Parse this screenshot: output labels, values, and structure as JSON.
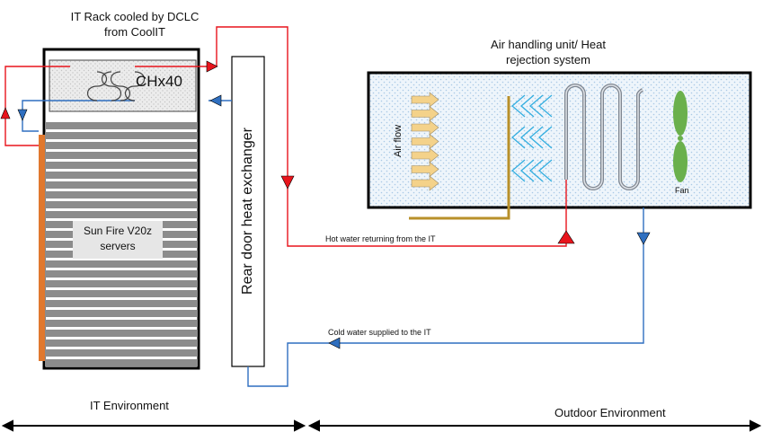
{
  "rack": {
    "title_line1": "IT Rack cooled by DCLC",
    "title_line2": "from CoolIT",
    "chx_label": "CHx40",
    "servers_line1": "Sun Fire V20z",
    "servers_line2": "servers"
  },
  "rear_door": {
    "label": "Rear door heat exchanger"
  },
  "ahu": {
    "title_line1": "Air handling unit/ Heat",
    "title_line2": "rejection system",
    "airflow_label": "Air flow",
    "fan_label": "Fan"
  },
  "pipes": {
    "hot_label": "Hot water returning from the IT",
    "cold_label": "Cold water supplied to the IT",
    "hot_color": "#e8141c",
    "cold_color": "#2f6fc0"
  },
  "environments": {
    "it_label": "IT Environment",
    "outdoor_label": "Outdoor Environment"
  },
  "colors": {
    "server_bar": "#8c8c8c",
    "manifold": "#e0782e",
    "airflow_arrow": "#f4d28a",
    "fan": "#6ab04c",
    "coil": "#7f8690",
    "wall_line": "#b8902a"
  }
}
